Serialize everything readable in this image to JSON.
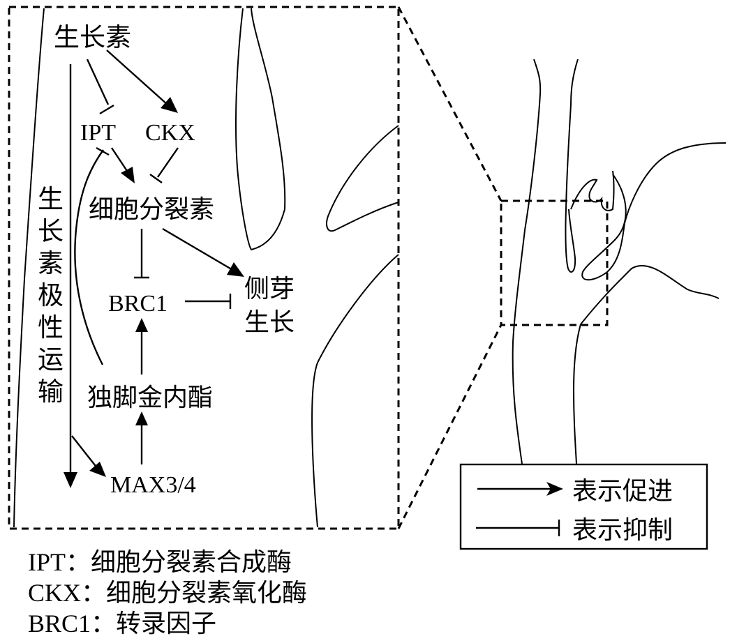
{
  "figure": {
    "type": "plant-hormone regulation diagram",
    "nodes": {
      "auxin": "生长素",
      "ipt": "IPT",
      "ckx": "CKX",
      "cytokinin": "细胞分裂素",
      "brc1": "BRC1",
      "lateral_bud_growth_line1": "侧芽",
      "lateral_bud_growth_line2": "生长",
      "strigolactone": "独脚金内酯",
      "max": "MAX3/4"
    },
    "vertical_label": [
      "生",
      "长",
      "素",
      "极",
      "性",
      "运",
      "输"
    ],
    "edges": [
      {
        "from": "生长素",
        "to": "IPT",
        "type": "inhibit"
      },
      {
        "from": "生长素",
        "to": "CKX",
        "type": "promote"
      },
      {
        "from": "IPT",
        "to": "细胞分裂素",
        "type": "promote"
      },
      {
        "from": "CKX",
        "to": "细胞分裂素",
        "type": "inhibit"
      },
      {
        "from": "细胞分裂素",
        "to": "BRC1",
        "type": "inhibit"
      },
      {
        "from": "细胞分裂素",
        "to": "侧芽生长",
        "type": "promote"
      },
      {
        "from": "BRC1",
        "to": "侧芽生长",
        "type": "inhibit"
      },
      {
        "from": "独脚金内酯",
        "to": "BRC1",
        "type": "promote"
      },
      {
        "from": "独脚金内酯",
        "to": "IPT",
        "type": "inhibit"
      },
      {
        "from": "MAX3/4",
        "to": "独脚金内酯",
        "type": "promote"
      },
      {
        "from": "生长素极性运输",
        "to": "MAX3/4",
        "type": "promote"
      },
      {
        "from": "生长素",
        "to": "生长素极性运输",
        "type": "promote"
      }
    ],
    "legend": {
      "promote": "表示促进",
      "inhibit": "表示抑制"
    },
    "footnotes": [
      {
        "abbr": "IPT：",
        "desc": "细胞分裂素合成酶"
      },
      {
        "abbr": "CKX：",
        "desc": "细胞分裂素氧化酶"
      },
      {
        "abbr": "BRC1：",
        "desc": "转录因子"
      }
    ]
  }
}
